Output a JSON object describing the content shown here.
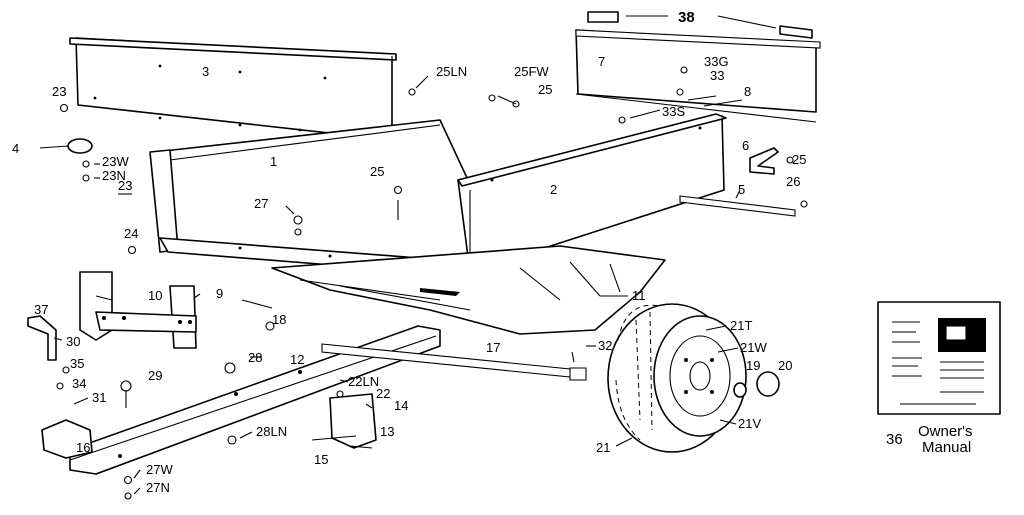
{
  "callouts": {
    "p1": "1",
    "p2": "2",
    "p3": "3",
    "p4": "4",
    "p5": "5",
    "p6": "6",
    "p7": "7",
    "p8": "8",
    "p9": "9",
    "p10": "10",
    "p11": "11",
    "p12": "12",
    "p13": "13",
    "p14": "14",
    "p15": "15",
    "p16": "16",
    "p17": "17",
    "p18": "18",
    "p19": "19",
    "p20": "20",
    "p21": "21",
    "p21T": "21T",
    "p21W": "21W",
    "p21V": "21V",
    "p22": "22",
    "p22LN": "22LN",
    "p23a": "23",
    "p23b": "23",
    "p23W": "23W",
    "p23N": "23N",
    "p24": "24",
    "p25a": "25",
    "p25b": "25",
    "p25c": "25",
    "p25LN": "25LN",
    "p25FW": "25FW",
    "p26": "26",
    "p27": "27",
    "p27W": "27W",
    "p27N": "27N",
    "p28": "28",
    "p28LN": "28LN",
    "p29": "29",
    "p30": "30",
    "p31": "31",
    "p32": "32",
    "p33": "33",
    "p33G": "33G",
    "p33S": "33S",
    "p34": "34",
    "p35": "35",
    "p36": "36",
    "p37": "37",
    "p38": "38"
  },
  "manual": {
    "caption_line1": "Owner's",
    "caption_line2": "Manual"
  }
}
